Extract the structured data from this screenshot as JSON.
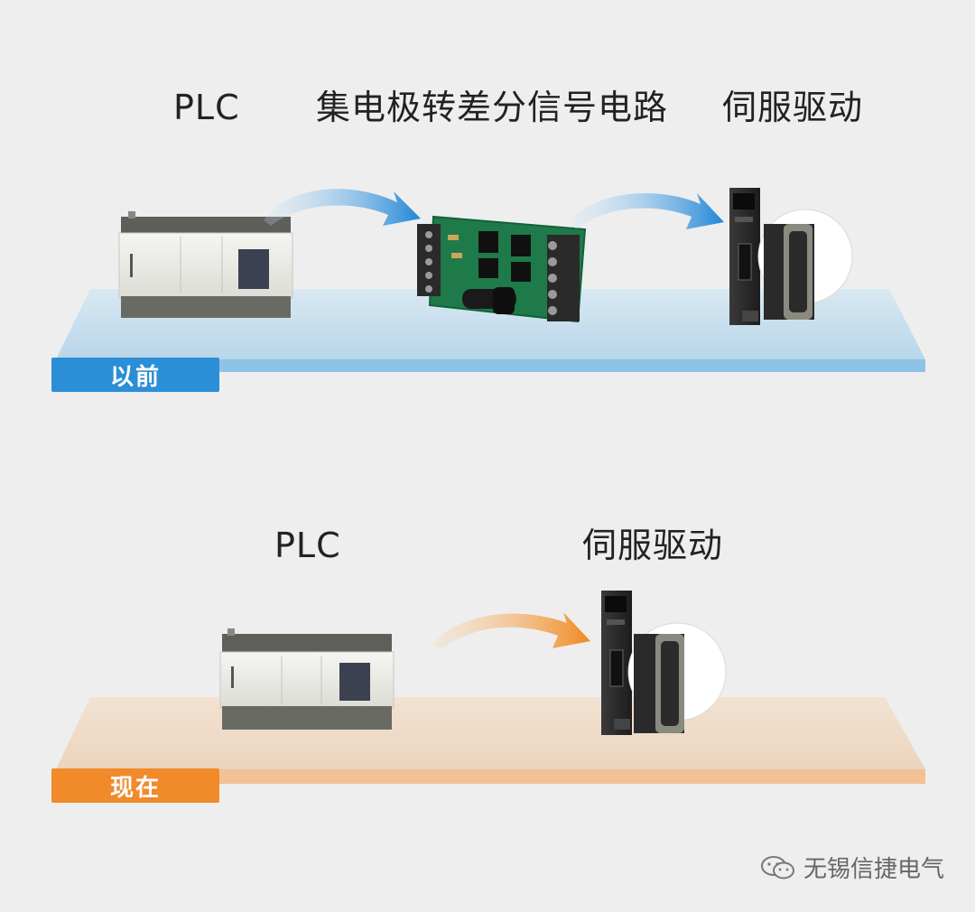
{
  "before": {
    "plc_label": "PLC",
    "circuit_label": "集电极转差分信号电路",
    "servo_label": "伺服驱动",
    "tag": "以前",
    "color": "#2a8fd6"
  },
  "now": {
    "plc_label": "PLC",
    "servo_label": "伺服驱动",
    "tag": "现在",
    "color": "#f08a2a"
  },
  "watermark": {
    "text": "无锡信捷电气",
    "icon": "wechat-icon"
  }
}
